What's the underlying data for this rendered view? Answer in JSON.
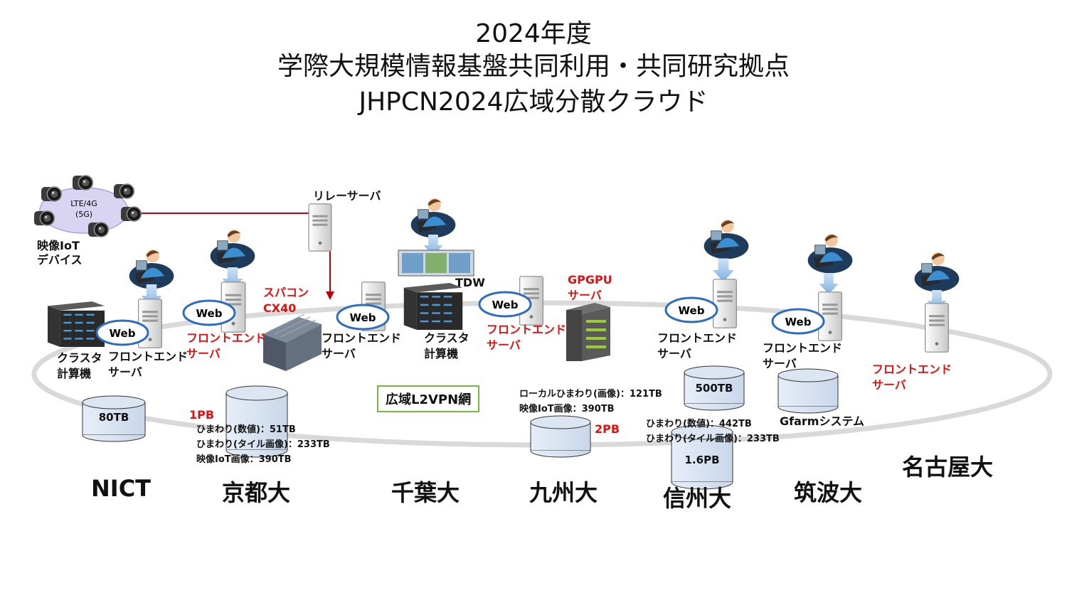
{
  "title": {
    "line1": "2024年度",
    "line2": "学際大規模情報基盤共同利用・共同研究拠点",
    "line3": "JHPCN2024広域分散クラウド"
  },
  "network": {
    "label": "広域L2VPN網"
  },
  "iot": {
    "cloud_line1": "LTE/4G",
    "cloud_line2": "(5G)",
    "device_line1": "映像IoT",
    "device_line2": "デバイス"
  },
  "relay": {
    "label": "リレーサーバ"
  },
  "common": {
    "web": "Web",
    "frontend_l1": "フロントエンド",
    "frontend_l2": "サーバ",
    "cluster_l1": "クラスタ",
    "cluster_l2": "計算機"
  },
  "nict": {
    "name": "NICT",
    "storage": "80TB"
  },
  "kyoto": {
    "name": "京都大",
    "capacity": "1PB",
    "super_l1": "スパコン",
    "super_l2": "CX40",
    "detail1": "ひまわり(数値)：51TB",
    "detail2": "ひまわり(タイル画像)：233TB",
    "detail3": "映像IoT画像：390TB"
  },
  "chiba": {
    "name": "千葉大",
    "tdw": "TDW"
  },
  "kyushu": {
    "name": "九州大",
    "gpgpu_l1": "GPGPU",
    "gpgpu_l2": "サーバ",
    "capacity": "2PB",
    "detail1": "ローカルひまわり(画像)：121TB",
    "detail2": "映像IoT画像：390TB"
  },
  "shinshu": {
    "name": "信州大",
    "storage_top": "500TB",
    "storage_bottom": "1.6PB",
    "detail1": "ひまわり(数値)：442TB",
    "detail2": "ひまわり(タイル画像)：233TB"
  },
  "tsukuba": {
    "name": "筑波大",
    "storage": "Gfarmシステム"
  },
  "nagoya": {
    "name": "名古屋大"
  },
  "colors": {
    "red": "#e01010",
    "link": "#c00000",
    "ring": "#d9d9d9",
    "disk": "#dce6f2",
    "vpn_border": "#77b542",
    "web_border": "#2e6cc0"
  }
}
